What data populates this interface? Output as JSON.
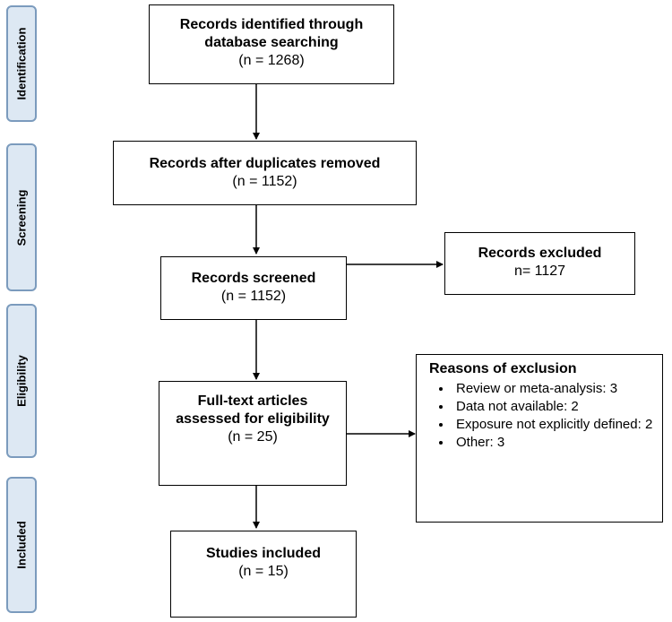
{
  "phases": {
    "identification": "Identification",
    "screening": "Screening",
    "eligibility": "Eligibility",
    "included": "Included"
  },
  "boxes": {
    "identified": {
      "title": "Records identified through database searching",
      "count": "(n = 1268)"
    },
    "deduplicated": {
      "title": "Records after duplicates removed",
      "count": "(n = 1152)"
    },
    "screened": {
      "title": "Records screened",
      "count": "(n = 1152)"
    },
    "excluded": {
      "title": "Records excluded",
      "count": "n= 1127"
    },
    "fulltext": {
      "title": "Full-text articles assessed for eligibility",
      "count": "(n = 25)"
    },
    "included": {
      "title": "Studies included",
      "count": "(n = 15)"
    }
  },
  "reasons": {
    "title": "Reasons of exclusion",
    "items": [
      "Review or meta-analysis: 3",
      "Data  not available:  2",
      "Exposure not explicitly defined: 2",
      "Other: 3"
    ]
  }
}
